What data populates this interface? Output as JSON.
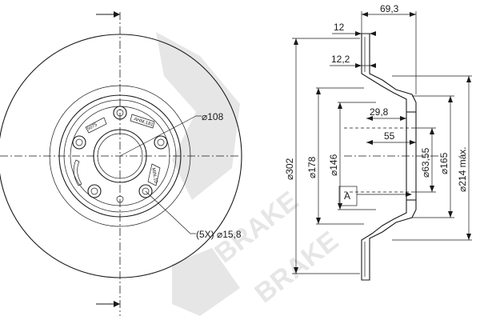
{
  "watermark": {
    "brand_1": "BRAKE",
    "brand_2": "BRAKE"
  },
  "front_view": {
    "dim_bolt_circle": "⌀108",
    "dim_bolt_holes": "(5X) ⌀15,8",
    "stamp_1": "5075",
    "stamp_2": "AHM.181",
    "stamp_3": "MIN.10",
    "holes": 5
  },
  "section_view": {
    "dim_overall_width": "69,3",
    "dim_disc_thickness": "12",
    "dim_min_thickness": "12,2",
    "dim_hub_depth": "29,8",
    "dim_hat_depth": "55",
    "dim_outer_diameter": "⌀302",
    "dim_inner_friction": "⌀178",
    "dim_hat_diameter": "⌀146",
    "dim_center_bore": "⌀63,55",
    "dim_hub_diameter": "⌀165",
    "dim_max_diameter": "⌀214 máx.",
    "section_label": "A"
  }
}
